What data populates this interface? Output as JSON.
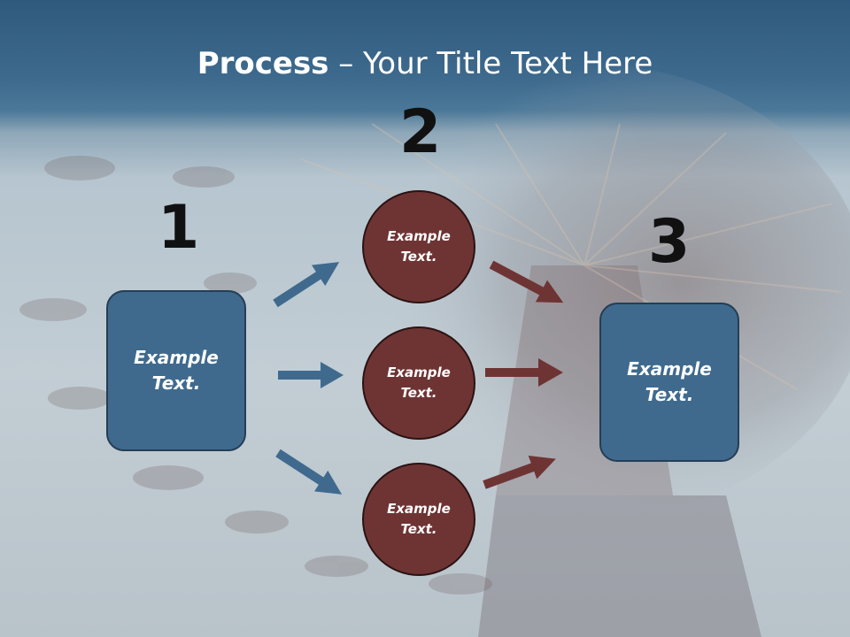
{
  "title": {
    "bold": "Process",
    "rest": " – Your Title Text Here"
  },
  "steps": {
    "one": "1",
    "two": "2",
    "three": "3"
  },
  "left_box": {
    "line1": "Example",
    "line2": "Text."
  },
  "circles": [
    {
      "line1": "Example",
      "line2": "Text."
    },
    {
      "line1": "Example",
      "line2": "Text."
    },
    {
      "line1": "Example",
      "line2": "Text."
    }
  ],
  "right_box": {
    "line1": "Example",
    "line2": "Text."
  },
  "colors": {
    "blue_box": "#3f6a8e",
    "maroon_circle": "#6e3434",
    "blue_arrow": "#3f6a8e",
    "maroon_arrow": "#6e3434",
    "header": "#2f5a7d"
  }
}
